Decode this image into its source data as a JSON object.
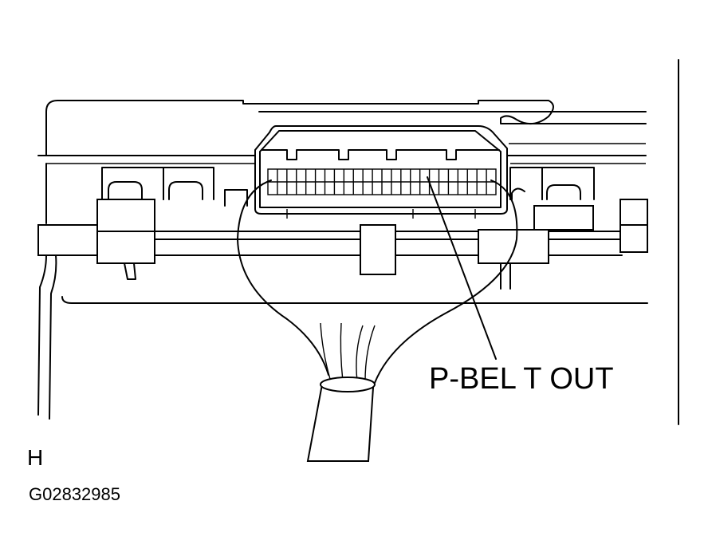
{
  "diagram": {
    "callout_label": "P-BEL T OUT",
    "view_letter": "H",
    "figure_code": "G02832985"
  }
}
